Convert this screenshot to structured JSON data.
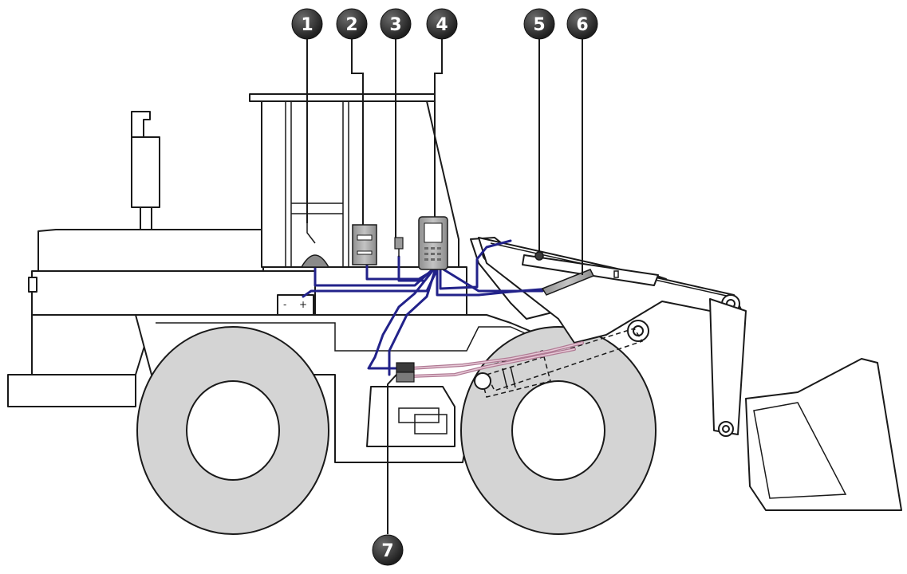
{
  "colors": {
    "outline": "#1a1a1a",
    "tire": "#d4d4d4",
    "wiring": "#22228a",
    "hydraulic_hose": "#b07a94",
    "callout_fill": "#3a3a3a",
    "component_fill": "#a9a9a9"
  },
  "callouts": [
    {
      "id": "1",
      "label": "1"
    },
    {
      "id": "2",
      "label": "2"
    },
    {
      "id": "3",
      "label": "3"
    },
    {
      "id": "4",
      "label": "4"
    },
    {
      "id": "5",
      "label": "5"
    },
    {
      "id": "6",
      "label": "6"
    },
    {
      "id": "7",
      "label": "7"
    }
  ],
  "battery": {
    "minus": "-",
    "plus": "+"
  }
}
